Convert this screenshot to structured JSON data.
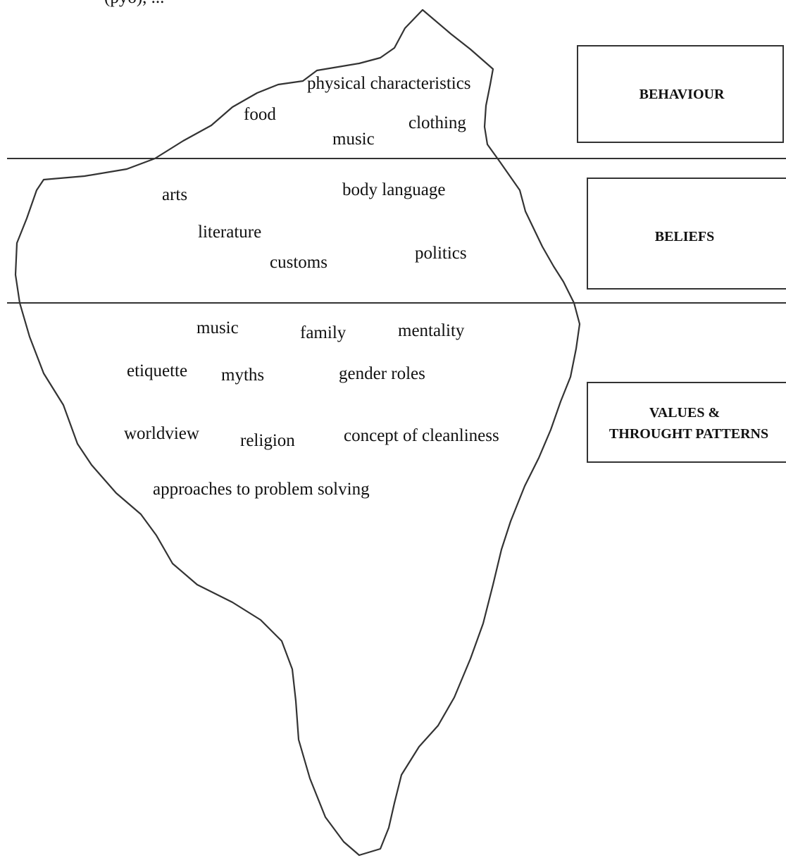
{
  "diagram": {
    "levels": {
      "behaviour": "BEHAVIOUR",
      "beliefs": "BELIEFS",
      "values_line1": "VALUES &",
      "values_line2": "THROUGHT PATTERNS"
    },
    "above_surface": {
      "physical_characteristics": "physical characteristics",
      "food": "food",
      "clothing": "clothing",
      "music": "music"
    },
    "middle_layer": {
      "arts": "arts",
      "body_language": "body language",
      "literature": "literature",
      "politics": "politics",
      "customs": "customs"
    },
    "deep_layer": {
      "music": "music",
      "family": "family",
      "mentality": "mentality",
      "etiquette": "etiquette",
      "myths": "myths",
      "gender_roles": "gender roles",
      "worldview": "worldview",
      "religion": "religion",
      "concept_of_cleanliness": "concept of cleanliness",
      "approaches_to_problem_solving": "approaches to problem solving"
    },
    "top_caption_fragment": "(pyo), ...",
    "stroke_color": "#333333",
    "text_color": "#111111"
  }
}
